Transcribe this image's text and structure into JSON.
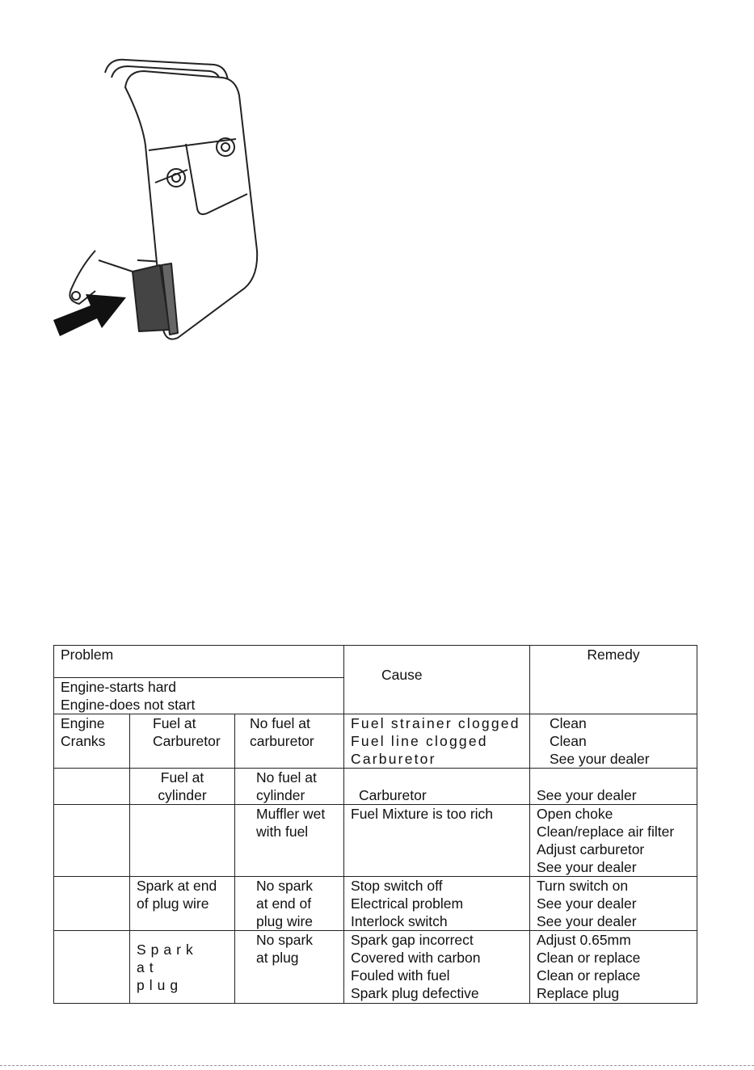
{
  "table": {
    "header": {
      "problem": "Problem",
      "cause": "Cause",
      "remedy": "Remedy",
      "symptoms": "Engine-starts hard\nEngine-does not start"
    },
    "rows": [
      {
        "col1": "Engine\nCranks",
        "col2": "Fuel at\nCarburetor",
        "col3": "No fuel at\ncarburetor",
        "cause": "Fuel strainer clogged\nFuel line clogged\nCarburetor",
        "remedy": "Clean\nClean\nSee your dealer"
      },
      {
        "col1": "",
        "col2": "Fuel at\ncylinder",
        "col3": "No fuel at\ncylinder",
        "cause": "\nCarburetor",
        "remedy": "\nSee your dealer"
      },
      {
        "col1": "",
        "col2": "",
        "col3": "Muffler wet\nwith fuel",
        "cause": "Fuel Mixture is too rich",
        "remedy": "Open choke\nClean/replace air filter\nAdjust carburetor\nSee your dealer"
      },
      {
        "col1": "",
        "col2": "Spark at end\nof plug wire",
        "col3": "No spark\nat end of\nplug wire",
        "cause": "Stop switch off\nElectrical problem\nInterlock switch",
        "remedy": "Turn switch on\nSee your dealer\nSee your dealer"
      },
      {
        "col1": "",
        "col2": "Spark at\nplug",
        "col3": "No spark\nat plug",
        "cause": "Spark gap incorrect\nCovered with carbon\nFouled with fuel\nSpark plug defective",
        "remedy": "Adjust 0.65mm\nClean or replace\nClean or replace\nReplace plug"
      }
    ]
  }
}
